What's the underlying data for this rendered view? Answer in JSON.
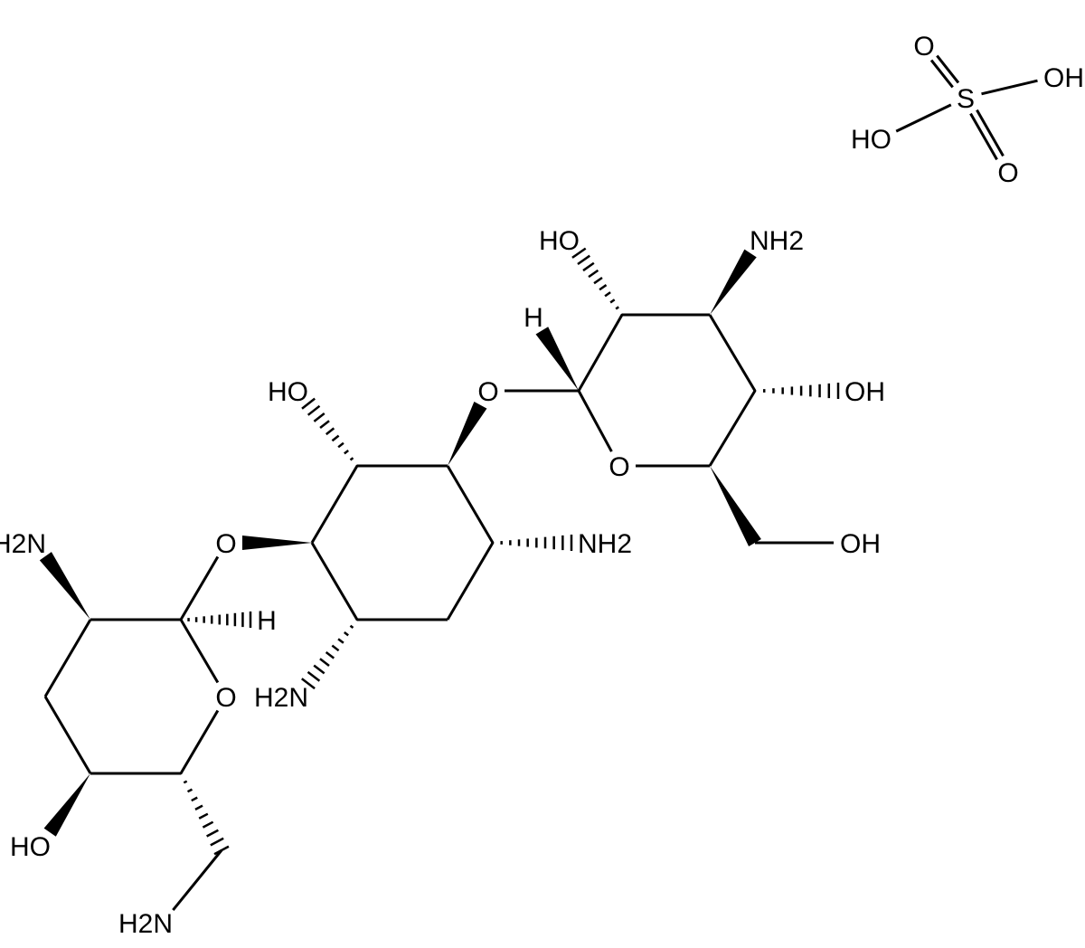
{
  "title": "Tobramycin sulfate structure",
  "colors": {
    "bond": "#000000",
    "background": "#ffffff"
  },
  "atoms": {
    "S": "S",
    "sulfate_O_top": "O",
    "sulfate_OH_right": "OH",
    "sulfate_HO_left": "HO",
    "sulfate_O_bottom": "O",
    "right_ring_O": "O",
    "right_C2_HO": "HO",
    "right_C3_NH2": "NH2",
    "right_C4_OH": "OH",
    "right_C6_OH": "OH",
    "right_C1_H": "H",
    "glycosidic_O_upper": "O",
    "middle_HO": "HO",
    "middle_NH2_right": "NH2",
    "middle_H2N_bottom": "H2N",
    "glycosidic_O_lower": "O",
    "left_ring_O": "O",
    "left_C1_H": "H",
    "left_H2N": "H2N",
    "left_HO": "HO",
    "left_CH2_H2N": "H2N"
  }
}
